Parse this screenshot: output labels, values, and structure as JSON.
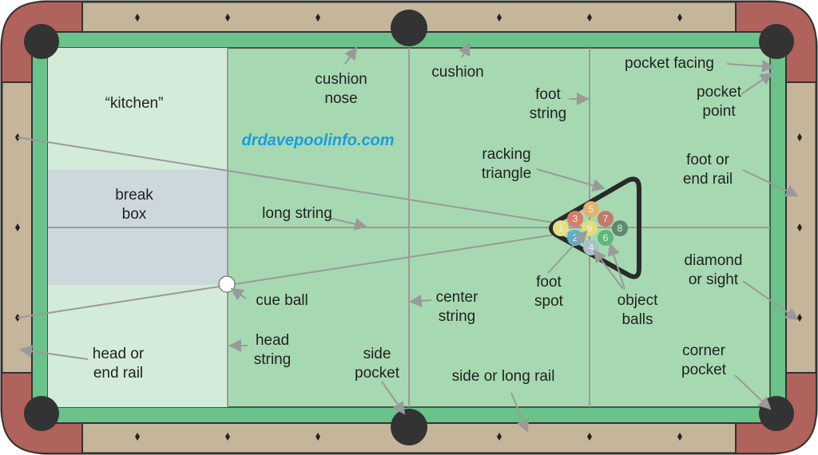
{
  "website": "drdavepoolinfo.com",
  "labels": {
    "kitchen": "“kitchen”",
    "break_box": [
      "break",
      "box"
    ],
    "cushion_nose": [
      "cushion",
      "nose"
    ],
    "cushion": "cushion",
    "foot_string": [
      "foot",
      "string"
    ],
    "pocket_facing": "pocket facing",
    "pocket_point": [
      "pocket",
      "point"
    ],
    "racking_triangle": [
      "racking",
      "triangle"
    ],
    "foot_or_end_rail": [
      "foot or",
      "end rail"
    ],
    "long_string": "long string",
    "diamond_or_sight": [
      "diamond",
      "or sight"
    ],
    "foot_spot": [
      "foot",
      "spot"
    ],
    "object_balls": [
      "object",
      "balls"
    ],
    "cue_ball": "cue ball",
    "center_string": [
      "center",
      "string"
    ],
    "head_string": [
      "head",
      "string"
    ],
    "head_or_end_rail": [
      "head or",
      "end rail"
    ],
    "side_pocket": [
      "side",
      "pocket"
    ],
    "side_or_long_rail": "side or long rail",
    "corner_pocket": [
      "corner",
      "pocket"
    ]
  },
  "balls": [
    {
      "n": "1",
      "color": "#e6df86"
    },
    {
      "n": "3",
      "color": "#d97b6b"
    },
    {
      "n": "2",
      "color": "#5eaec6"
    },
    {
      "n": "5",
      "color": "#e1b46f"
    },
    {
      "n": "9",
      "color": "#e3dc7a"
    },
    {
      "n": "4",
      "color": "#a8c0c6"
    },
    {
      "n": "7",
      "color": "#c27a6a"
    },
    {
      "n": "6",
      "color": "#5db87a"
    },
    {
      "n": "8",
      "color": "#5c8a6a"
    }
  ],
  "colors": {
    "felt": "#a6d9b1",
    "kitchen": "#d3ebd9",
    "break_box": "#ccd8dc",
    "cushion": "#6bc28b",
    "rail": "#c5b59b",
    "corner": "#b0625c",
    "pocket": "#333333"
  }
}
